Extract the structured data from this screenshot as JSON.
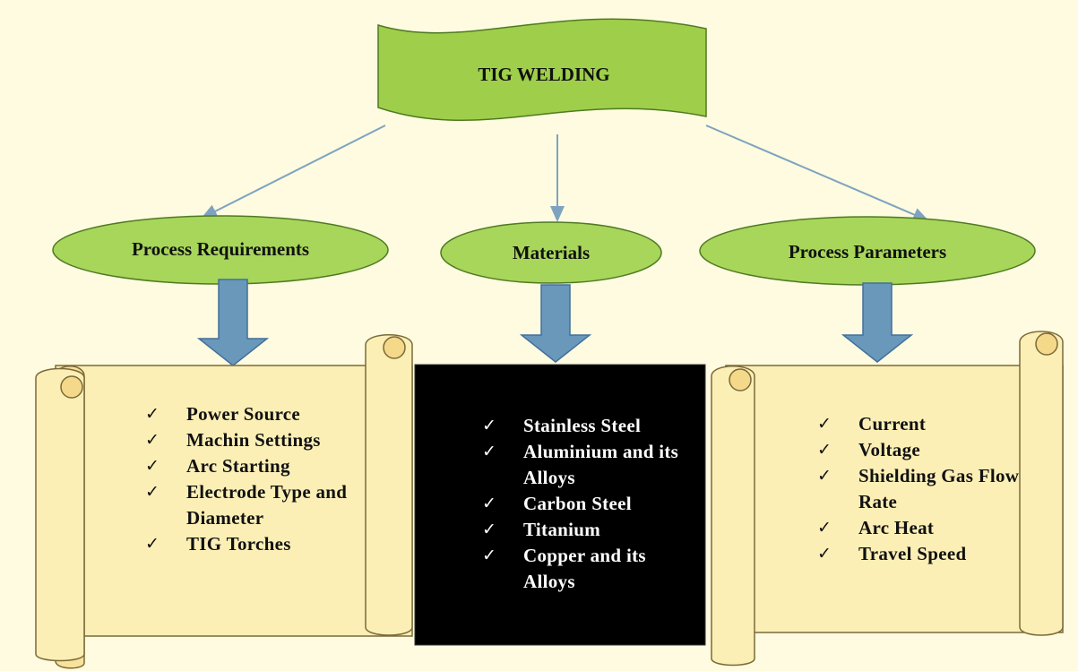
{
  "title": "TIG WELDING",
  "colors": {
    "background": "#fefbe0",
    "flag": "#9fcf4a",
    "oval": "#a7d65a",
    "arrow": "#6a98bb",
    "scroll": "#fcefb6",
    "materials_box": "#000000"
  },
  "icons": {
    "check": "check-icon",
    "arrow": "down-arrow-icon"
  },
  "categories": [
    {
      "label": "Process Requirements",
      "items": [
        "Power Source",
        "Machin Settings",
        "Arc Starting",
        "Electrode Type and Diameter",
        "TIG Torches"
      ]
    },
    {
      "label": "Materials",
      "items": [
        "Stainless Steel",
        "Aluminium and its Alloys",
        "Carbon Steel",
        "Titanium",
        "Copper and its Alloys"
      ]
    },
    {
      "label": "Process Parameters",
      "items": [
        "Current",
        "Voltage",
        "Shielding Gas Flow Rate",
        "Arc Heat",
        "Travel Speed"
      ]
    }
  ]
}
